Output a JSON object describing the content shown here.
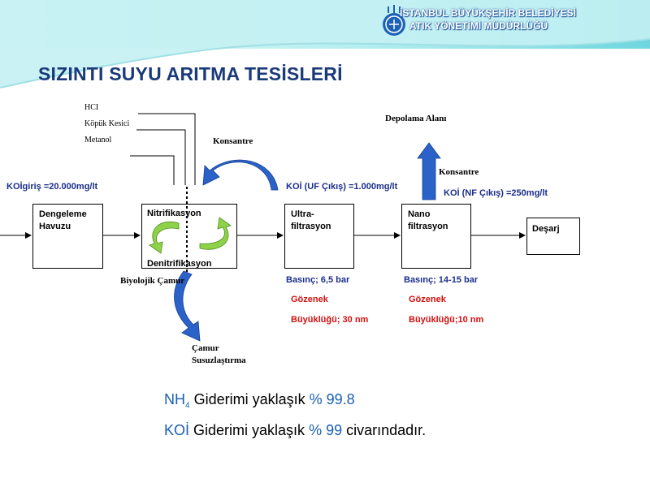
{
  "header": {
    "org_line1": "İSTANBUL BÜYÜKŞEHİR BELEDİYESİ",
    "org_line2": "ATIK YÖNETİMİ MÜDÜRLÜĞÜ"
  },
  "title": "SIZINTI SUYU ARITMA TESİSLERİ",
  "chemicals": [
    "HCI",
    "Köpük Kesici",
    "Metanol"
  ],
  "labels": {
    "konsantre_top": "Konsantre",
    "depolama": "Depolama Alanı",
    "konsantre_right": "Konsantre",
    "biyolojik_camur": "Biyolojik Çamur",
    "camur_line1": "Çamur",
    "camur_line2": "Susuzlaştırma"
  },
  "parameters": {
    "koi_giris": "KOİgiriş =20.000mg/lt",
    "koi_uf": "KOİ (UF Çıkış) =1.000mg/lt",
    "koi_nf": "KOİ (NF Çıkış) =250mg/lt",
    "uf_basinc": "Basınç; 6,5 bar",
    "nf_basinc": "Basınç; 14-15 bar",
    "uf_gozenek": "Gözenek",
    "uf_buyukluk": "Büyüklüğü; 30 nm",
    "nf_gozenek": "Gözenek",
    "nf_buyukluk": "Büyüklüğü;10 nm"
  },
  "boxes": {
    "dengeleme_1": "Dengeleme",
    "dengeleme_2": "Havuzu",
    "nitrifikasyon": "Nitrifikasyon",
    "denitrifikasyon": "Denitrifikasyon",
    "ultra_1": "Ultra-",
    "ultra_2": "filtrasyon",
    "nano_1": "Nano",
    "nano_2": "filtrasyon",
    "desarj": "Deşarj"
  },
  "results": {
    "nh_prefix": "NH",
    "nh_sub": "4",
    "nh_text": " Giderimi yaklaşık ",
    "nh_value": "% 99.8",
    "koi_prefix": "KOİ",
    "koi_text": " Giderimi yaklaşık ",
    "koi_value": "% 99",
    "koi_suffix": " civarındadır."
  },
  "colors": {
    "title": "#1b3a7a",
    "param_blue": "#1a2e8c",
    "param_red": "#d01010",
    "arrow_blue": "#2a62c9",
    "arrow_green": "#8fd24a"
  }
}
